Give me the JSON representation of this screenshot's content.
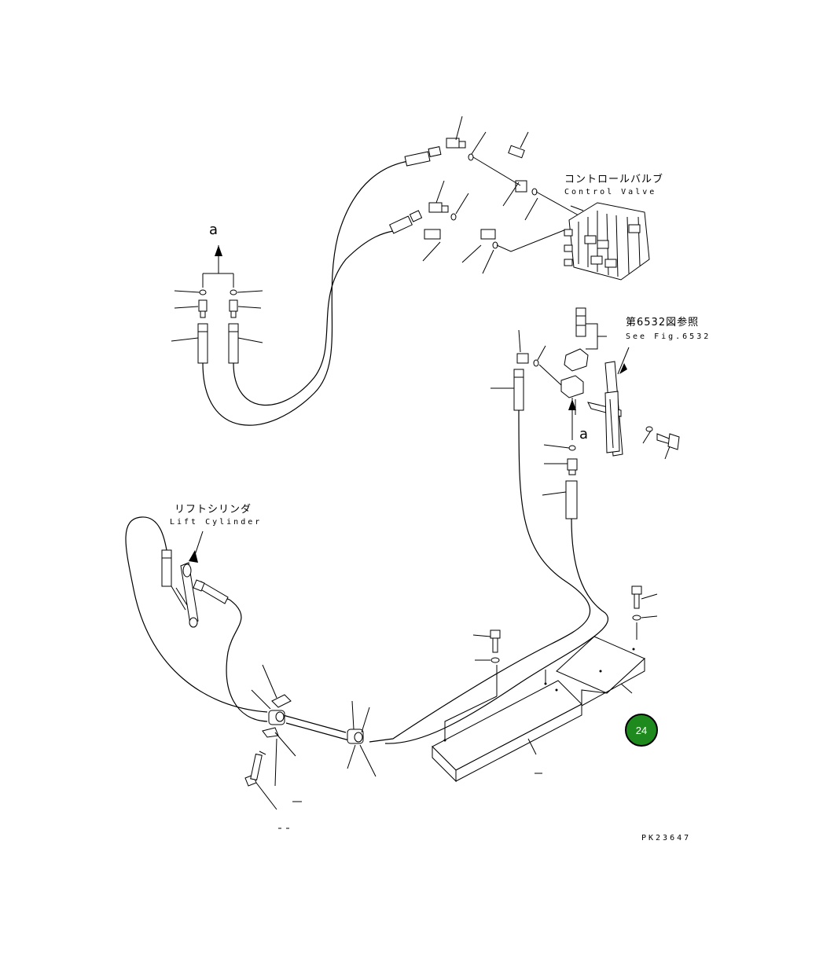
{
  "labels": {
    "control_valve_jp": "コントロールバルブ",
    "control_valve_en": "Control Valve",
    "see_fig_jp": "第6532図参照",
    "see_fig_en": "See Fig.6532",
    "lift_cylinder_jp": "リフトシリンダ",
    "lift_cylinder_en": "Lift Cylinder",
    "arrow_a_left": "a",
    "arrow_a_right": "a",
    "drawing_number": "PK23647"
  },
  "badge": {
    "text": "24",
    "color": "#1e8a1e"
  }
}
